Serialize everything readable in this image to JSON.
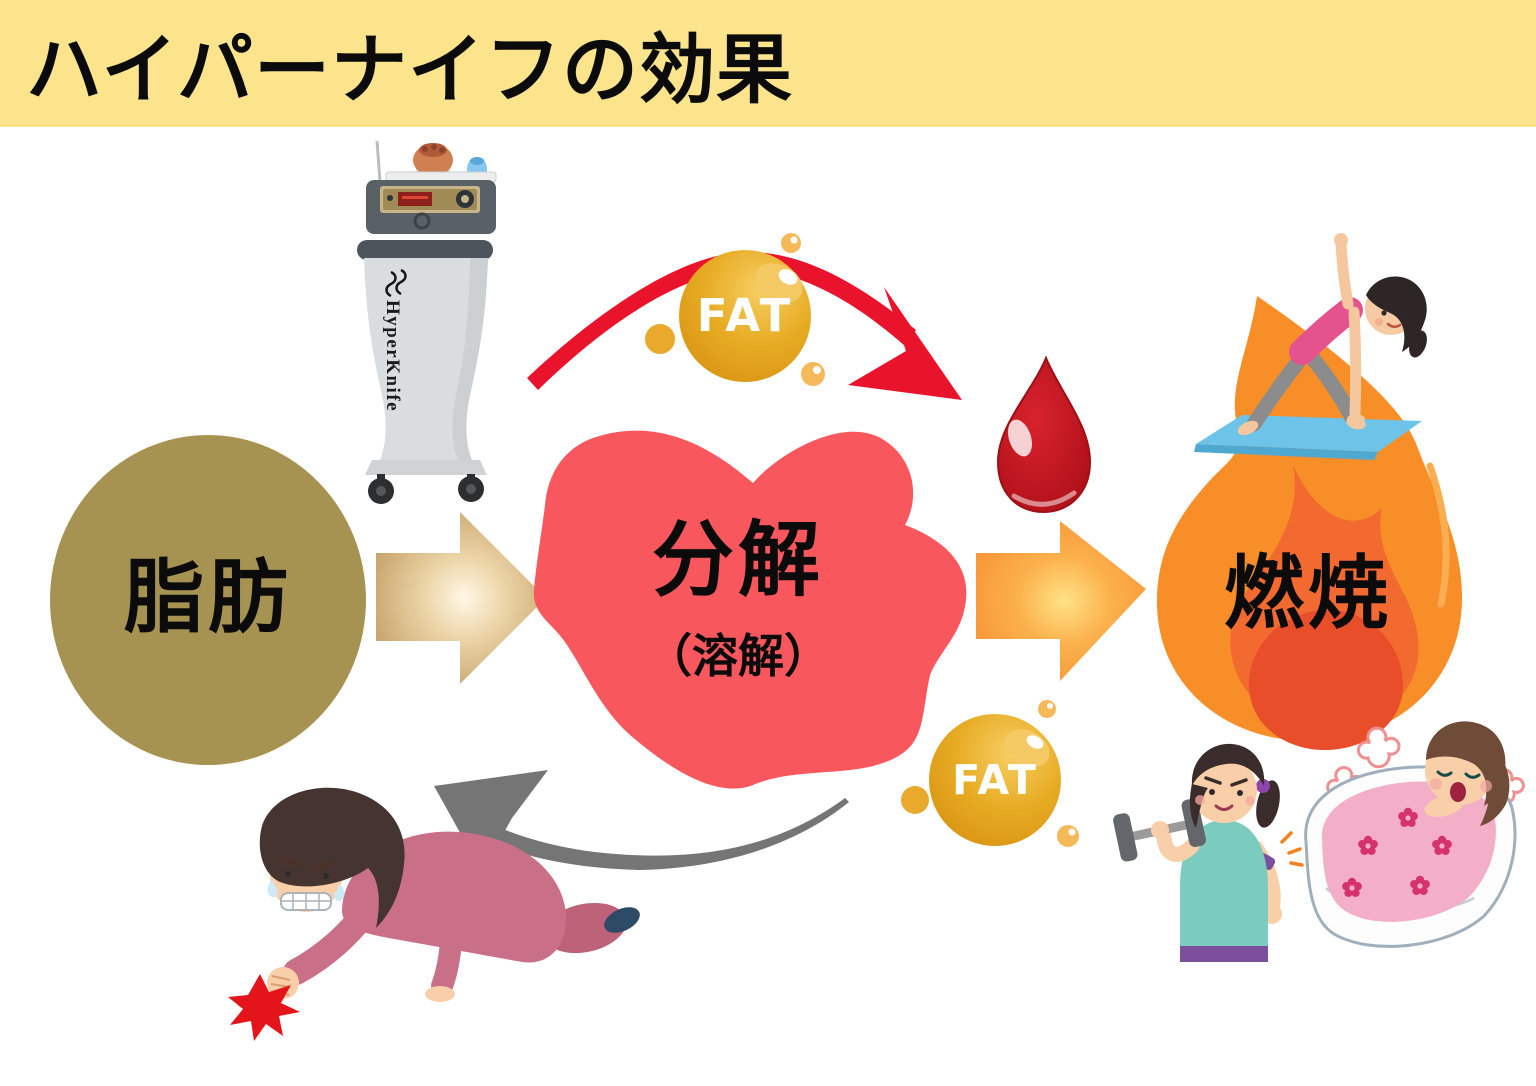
{
  "title": "ハイパーナイフの効果",
  "machine": {
    "brand": "HyperKnife"
  },
  "flow": {
    "stage_fat": {
      "label": "脂肪"
    },
    "stage_dissolve": {
      "label": "分解",
      "sublabel": "（溶解）"
    },
    "stage_burn": {
      "label": "燃焼"
    },
    "fat_ball_top": {
      "label": "FAT"
    },
    "fat_ball_bottom": {
      "label": "FAT"
    }
  },
  "palette": {
    "header_bg": "#FCE48C",
    "fat_circle": "#A79351",
    "tan_arrow": "#C9A76F",
    "dissolve_blob": "#F9575E",
    "red_arrow": "#E9132C",
    "orange_arrow": "#F89C3C",
    "flame_outer": "#F78E28",
    "flame_mid": "#F26A2F",
    "flame_inner": "#E94E2B",
    "fat_ball": "#E2A51F",
    "gray_arrow": "#757575",
    "blood_drop": "#C3161F",
    "label_text": "#0B0B0B",
    "fat_label_text": "#FFFFFF"
  },
  "icons": [
    "hyperknife-machine",
    "fat-molecule",
    "blood-drop",
    "flame",
    "yoga-woman",
    "exercising-woman",
    "bathing-woman",
    "frustrated-crawling-woman",
    "red-transport-arrow",
    "gray-rebound-arrow",
    "tan-flow-arrow",
    "orange-flow-arrow"
  ]
}
